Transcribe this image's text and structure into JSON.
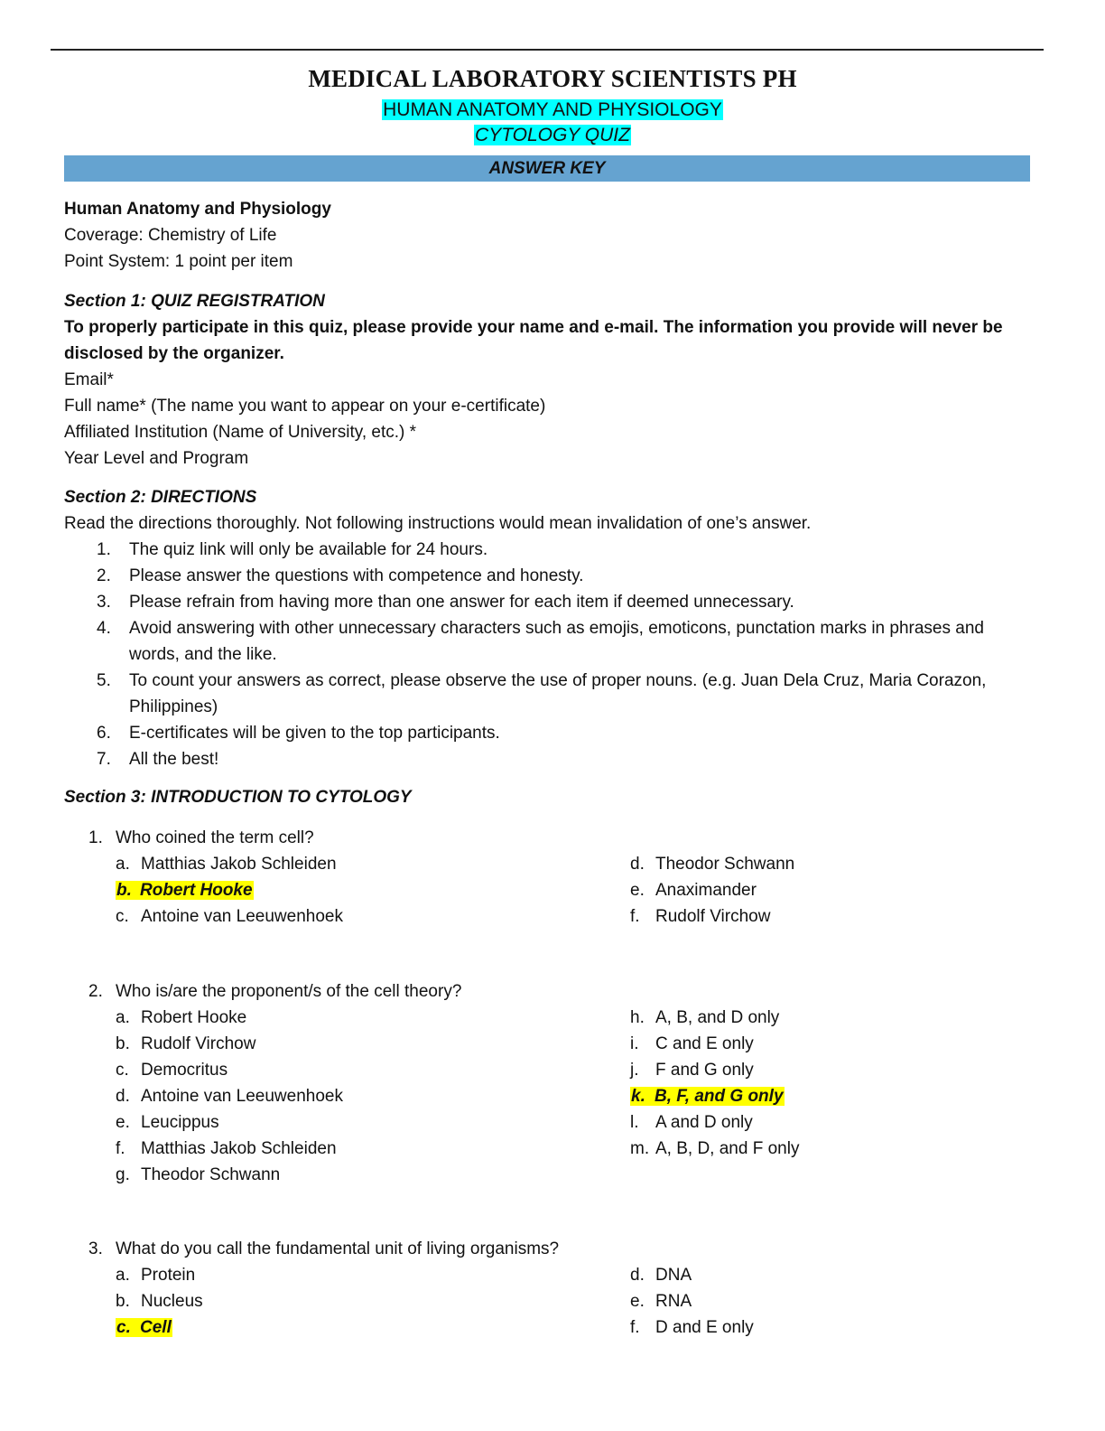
{
  "header": {
    "title": "MEDICAL LABORATORY SCIENTISTS PH",
    "subtitle": "HUMAN ANATOMY AND PHYSIOLOGY",
    "quiz_name": "CYTOLOGY QUIZ",
    "banner": "ANSWER KEY"
  },
  "intro": {
    "subject": "Human Anatomy and Physiology",
    "coverage": "Coverage: Chemistry of Life",
    "points": "Point System: 1 point per item"
  },
  "section1": {
    "heading": "Section 1: QUIZ REGISTRATION",
    "notice_line1": "To properly participate in this quiz, please provide your name and e-mail. The information you provide will never be",
    "notice_line2": "disclosed by the organizer.",
    "fields": [
      "Email*",
      "Full name* (The name you want to appear on your e-certificate)",
      "Affiliated Institution (Name of University, etc.) *",
      "Year Level and Program"
    ]
  },
  "section2": {
    "heading": "Section 2: DIRECTIONS",
    "intro": "Read the directions thoroughly. Not following instructions would mean invalidation of one’s answer.",
    "items": [
      {
        "num": "1.",
        "lines": [
          "The quiz link will only be available for 24 hours."
        ]
      },
      {
        "num": "2.",
        "lines": [
          "Please answer the questions with competence and honesty."
        ]
      },
      {
        "num": "3.",
        "lines": [
          "Please refrain from having more than one answer for each item if deemed unnecessary."
        ]
      },
      {
        "num": "4.",
        "lines": [
          "Avoid answering with other unnecessary characters such as emojis, emoticons, punctation marks in phrases and",
          "words, and the like."
        ]
      },
      {
        "num": "5.",
        "lines": [
          "To count your answers as correct, please observe the use of proper nouns. (e.g. Juan Dela Cruz, Maria Corazon,",
          "Philippines)"
        ]
      },
      {
        "num": "6.",
        "lines": [
          "E-certificates will be given to the top participants."
        ]
      },
      {
        "num": "7.",
        "lines": [
          "All the best!"
        ]
      }
    ]
  },
  "section3": {
    "heading": "Section 3: INTRODUCTION TO CYTOLOGY",
    "questions": [
      {
        "num": "1.",
        "text": "Who coined the term cell?",
        "left": [
          {
            "letter": "a.",
            "text": "Matthias Jakob Schleiden",
            "answer": false
          },
          {
            "letter": "b.",
            "text": "Robert Hooke",
            "answer": true
          },
          {
            "letter": "c.",
            "text": "Antoine van Leeuwenhoek",
            "answer": false
          }
        ],
        "right": [
          {
            "letter": "d.",
            "text": "Theodor Schwann",
            "answer": false
          },
          {
            "letter": "e.",
            "text": "Anaximander",
            "answer": false
          },
          {
            "letter": "f.",
            "text": "Rudolf Virchow",
            "answer": false
          }
        ]
      },
      {
        "num": "2.",
        "text": "Who is/are the proponent/s of the cell theory?",
        "left": [
          {
            "letter": "a.",
            "text": "Robert Hooke",
            "answer": false
          },
          {
            "letter": "b.",
            "text": "Rudolf Virchow",
            "answer": false
          },
          {
            "letter": "c.",
            "text": "Democritus",
            "answer": false
          },
          {
            "letter": "d.",
            "text": "Antoine van Leeuwenhoek",
            "answer": false
          },
          {
            "letter": "e.",
            "text": "Leucippus",
            "answer": false
          },
          {
            "letter": "f.",
            "text": "Matthias Jakob Schleiden",
            "answer": false
          },
          {
            "letter": "g.",
            "text": "Theodor Schwann",
            "answer": false
          }
        ],
        "right": [
          {
            "letter": "h.",
            "text": "A, B, and D only",
            "answer": false
          },
          {
            "letter": "i.",
            "text": "C and E only",
            "answer": false
          },
          {
            "letter": "j.",
            "text": "F and G only",
            "answer": false
          },
          {
            "letter": "k.",
            "text": "B, F, and G only",
            "answer": true
          },
          {
            "letter": "l.",
            "text": "A and D only",
            "answer": false
          },
          {
            "letter": "m.",
            "text": "A, B, D, and F only",
            "answer": false
          }
        ]
      },
      {
        "num": "3.",
        "text": "What do you call the fundamental unit of living organisms?",
        "left": [
          {
            "letter": "a.",
            "text": "Protein",
            "answer": false
          },
          {
            "letter": "b.",
            "text": "Nucleus",
            "answer": false
          },
          {
            "letter": "c.",
            "text": "Cell",
            "answer": true
          }
        ],
        "right": [
          {
            "letter": "d.",
            "text": "DNA",
            "answer": false
          },
          {
            "letter": "e.",
            "text": "RNA",
            "answer": false
          },
          {
            "letter": "f.",
            "text": "D and E only",
            "answer": false
          }
        ]
      }
    ]
  }
}
